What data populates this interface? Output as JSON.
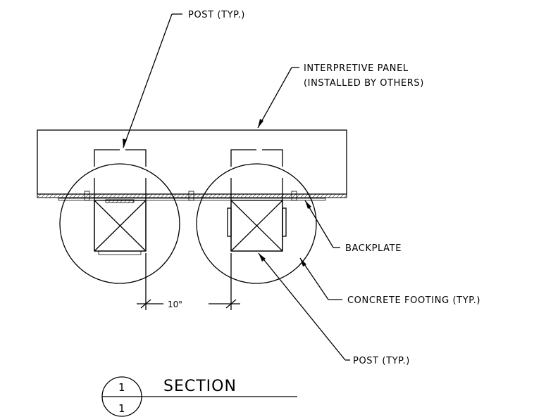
{
  "labels": {
    "post_top": "POST (TYP.)",
    "panel_line1": "INTERPRETIVE PANEL",
    "panel_line2": "(INSTALLED BY OTHERS)",
    "backplate": "BACKPLATE",
    "footing": "CONCRETE FOOTING (TYP.)",
    "post_bottom": "POST (TYP.)",
    "dimension": "10\""
  },
  "section_mark": {
    "number_top": "1",
    "number_bottom": "1",
    "title": "SECTION"
  }
}
